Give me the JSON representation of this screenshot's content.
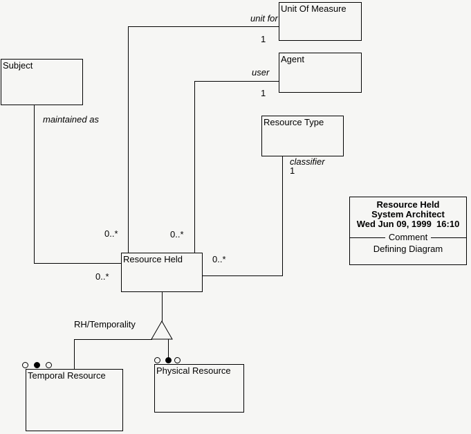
{
  "colors": {
    "background": "#f6f6f4",
    "line": "#000000",
    "text": "#000000"
  },
  "entities": {
    "subject": {
      "label": "Subject"
    },
    "unit_of_measure": {
      "label": "Unit Of Measure"
    },
    "agent": {
      "label": "Agent"
    },
    "resource_type": {
      "label": "Resource Type"
    },
    "resource_held": {
      "label": "Resource Held"
    },
    "temporal_resource": {
      "label": "Temporal Resource"
    },
    "physical_resource": {
      "label": "Physical Resource"
    }
  },
  "relationships": {
    "maintained_as": {
      "role": "maintained as",
      "source_multiplicity": "0..*"
    },
    "unit_for": {
      "role": "unit for",
      "target_multiplicity": "1",
      "source_multiplicity": "0..*"
    },
    "user": {
      "role": "user",
      "target_multiplicity": "1",
      "source_multiplicity": "0..*"
    },
    "classifier": {
      "role": "classifier",
      "target_multiplicity": "1",
      "source_multiplicity": "0..*"
    },
    "subtype": {
      "label": "RH/Temporality",
      "marker_pattern": "open, filled, open"
    }
  },
  "comment_box": {
    "title": "Resource Held",
    "subtitle": "System Architect",
    "timestamp": "Wed Jun 09, 1999  16:10",
    "section": "Comment",
    "body": "Defining Diagram"
  }
}
